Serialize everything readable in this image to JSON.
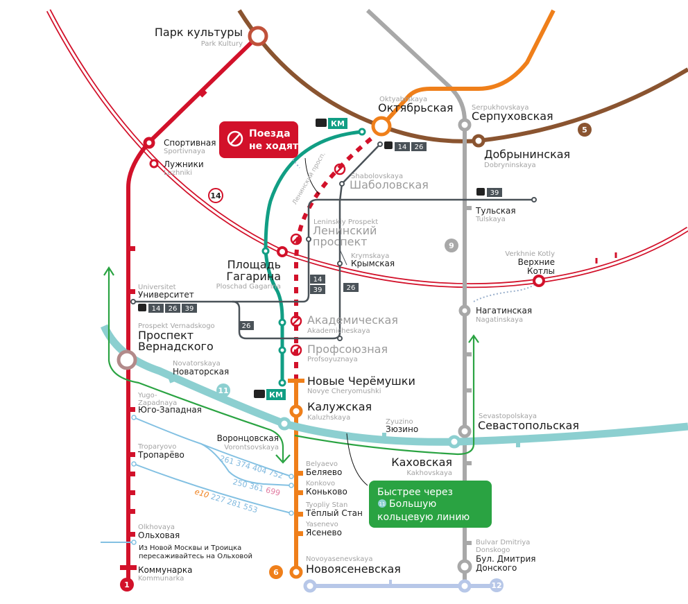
{
  "colors": {
    "line1": "#d2112a",
    "line5": "#8a5430",
    "line6": "#ef7f1a",
    "line9": "#a8a8a8",
    "line11": "#8ccfd0",
    "line12": "#b7c7e8",
    "line14": "#d2112a",
    "km": "#119e84",
    "tram": "#4a5258",
    "bus": "#82c0e2",
    "arrow": "#2aa342"
  },
  "badges": {
    "l1": "1",
    "l5": "5",
    "l6": "6",
    "l9": "9",
    "l11": "11",
    "l12": "12",
    "l14": "14"
  },
  "alert": {
    "line1": "Поезда",
    "line2": "не ходят"
  },
  "promo": {
    "line1": "Быстрее через",
    "badge": "11",
    "line2": "Большую",
    "line3": "кольцевую линию"
  },
  "km_label": "КМ",
  "street_label": "Ленинский просп.",
  "note": {
    "line1": "Из Новой Москвы и Троицка",
    "line2": "пересаживайтесь на Ольховой"
  },
  "trams": {
    "oktyabrskaya": [
      "14",
      "26"
    ],
    "tulskaya": [
      "39"
    ],
    "universitet": [
      "14",
      "26",
      "39"
    ],
    "vernadskogo": [
      "26"
    ],
    "gagarina": [
      "14",
      "39"
    ],
    "krymskaya": [
      "26"
    ]
  },
  "buses": {
    "r1": "261 374 404 752",
    "r2a": "250 361",
    "r2b": "699",
    "r3a": "e10",
    "r3b": "227 281 553"
  },
  "stations": {
    "park_kultury": {
      "ru": "Парк культуры",
      "en": "Park Kultury"
    },
    "sportivnaya": {
      "ru": "Спортивная",
      "en": "Sportivnaya"
    },
    "luzhniki": {
      "ru": "Лужники",
      "en": "Luzhniki"
    },
    "oktyabrskaya": {
      "ru": "Октябрьская",
      "en": "Oktyabrskaya"
    },
    "serpukhovskaya": {
      "ru": "Серпуховская",
      "en": "Serpukhovskaya"
    },
    "dobryninskaya": {
      "ru": "Добрынинская",
      "en": "Dobryninskaya"
    },
    "shabolovskaya": {
      "ru": "Шаболовская",
      "en": "Shabolovskaya"
    },
    "tulskaya": {
      "ru": "Тульская",
      "en": "Tulskaya"
    },
    "leninsky": {
      "ru1": "Ленинский",
      "ru2": "проспект",
      "en": "Leninskiy Prospekt"
    },
    "krymskaya": {
      "ru": "Крымская",
      "en": "Krymskaya"
    },
    "verkhnie_kotly": {
      "ru1": "Верхние",
      "ru2": "Котлы",
      "en": "Verkhnie Kotly"
    },
    "gagarina": {
      "ru1": "Площадь",
      "ru2": "Гагарина",
      "en": "Ploschad Gagarina"
    },
    "universitet": {
      "ru": "Университет",
      "en": "Universitet"
    },
    "vernadskogo": {
      "ru1": "Проспект",
      "ru2": "Вернадского",
      "en": "Prospekt Vernadskogo"
    },
    "akademicheskaya": {
      "ru": "Академическая",
      "en": "Akademicheskaya"
    },
    "profsoyuznaya": {
      "ru": "Профсоюзная",
      "en": "Profsoyuznaya"
    },
    "cheryomushki": {
      "ru": "Новые Черёмушки",
      "en": "Novye Cheryomushki"
    },
    "kaluzhskaya": {
      "ru": "Калужская",
      "en": "Kaluzhskaya"
    },
    "novatorskaya": {
      "ru": "Новаторская",
      "en": "Novatorskaya"
    },
    "yugo_zapadnaya": {
      "ru": "Юго-Западная",
      "en1": "Yugo-",
      "en2": "Zapadnaya"
    },
    "troparyovo": {
      "ru": "Тропарёво",
      "en": "Troparyovo"
    },
    "vorontsovskaya": {
      "ru": "Воронцовская",
      "en": "Vorontsovskaya"
    },
    "zyuzino": {
      "ru": "Зюзино",
      "en": "Zyuzino"
    },
    "sevastopolskaya": {
      "ru": "Севастопольская",
      "en": "Sevastopolskaya"
    },
    "kakhovskaya": {
      "ru": "Каховская",
      "en": "Kakhovskaya"
    },
    "belyaevo": {
      "ru": "Беляево",
      "en": "Belyaevo"
    },
    "konkovo": {
      "ru": "Коньково",
      "en": "Konkovo"
    },
    "tyoply_stan": {
      "ru": "Тёплый Стан",
      "en": "Tyopliy Stan"
    },
    "yasenevo": {
      "ru": "Ясенево",
      "en": "Yasenevo"
    },
    "novoyasenevskaya": {
      "ru": "Новоясеневская",
      "en": "Novoyasenevskaya"
    },
    "olkhovaya": {
      "ru": "Ольховая",
      "en": "Olkhovaya"
    },
    "kommunarka": {
      "ru": "Коммунарка",
      "en": "Kommunarka"
    },
    "nagatinskaya": {
      "ru": "Нагатинская",
      "en": "Nagatinskaya"
    },
    "donskogo": {
      "ru1": "Бул. Дмитрия",
      "ru2": "Донского",
      "en1": "Bulvar Dmitriya",
      "en2": "Donskogo"
    }
  }
}
